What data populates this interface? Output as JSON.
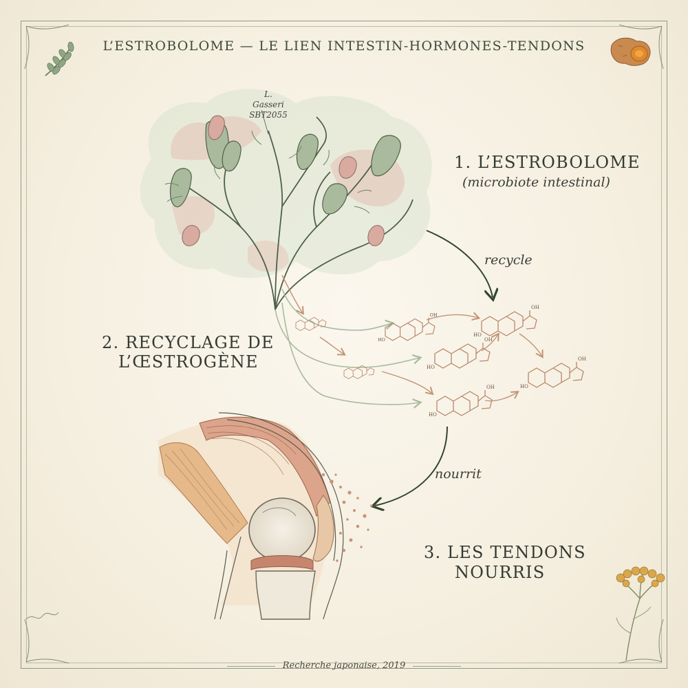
{
  "title": "L’ESTROBOLOME — LE LIEN INTESTIN-HORMONES-TENDONS",
  "strain": {
    "line1": "L. Gasseri",
    "line2": "SBT2055"
  },
  "step1": {
    "label": "1. L’ESTROBOLOME",
    "sub": "(microbiote intestinal)"
  },
  "step2": {
    "line1": "2. RECYCLAGE DE",
    "line2": "L’ŒSTROGÈNE"
  },
  "step3": {
    "line1": "3. LES TENDONS",
    "line2": "NOURRIS"
  },
  "arrows": {
    "recycle": "recycle",
    "nourish": "nourrit"
  },
  "molecules": [
    {
      "labels": [
        "HO",
        "OH"
      ]
    },
    {
      "labels": [
        "HO",
        "OH"
      ]
    },
    {
      "labels": [
        "HO",
        "OH"
      ]
    },
    {
      "labels": [
        "HO",
        "OH"
      ]
    },
    {
      "labels": [
        "HO",
        "OH"
      ]
    }
  ],
  "footer": "Recherche japonaise, 2019",
  "colors": {
    "sage": "#9bb08f",
    "sage_dark": "#4d5e48",
    "rose": "#d9a79c",
    "copper": "#b98565",
    "ink": "#3a3d36",
    "paper": "#f6f0e2"
  },
  "icons": [
    "leaf-sprig-icon",
    "turmeric-root-icon",
    "yellow-flower-icon",
    "corner-vine-icon"
  ]
}
